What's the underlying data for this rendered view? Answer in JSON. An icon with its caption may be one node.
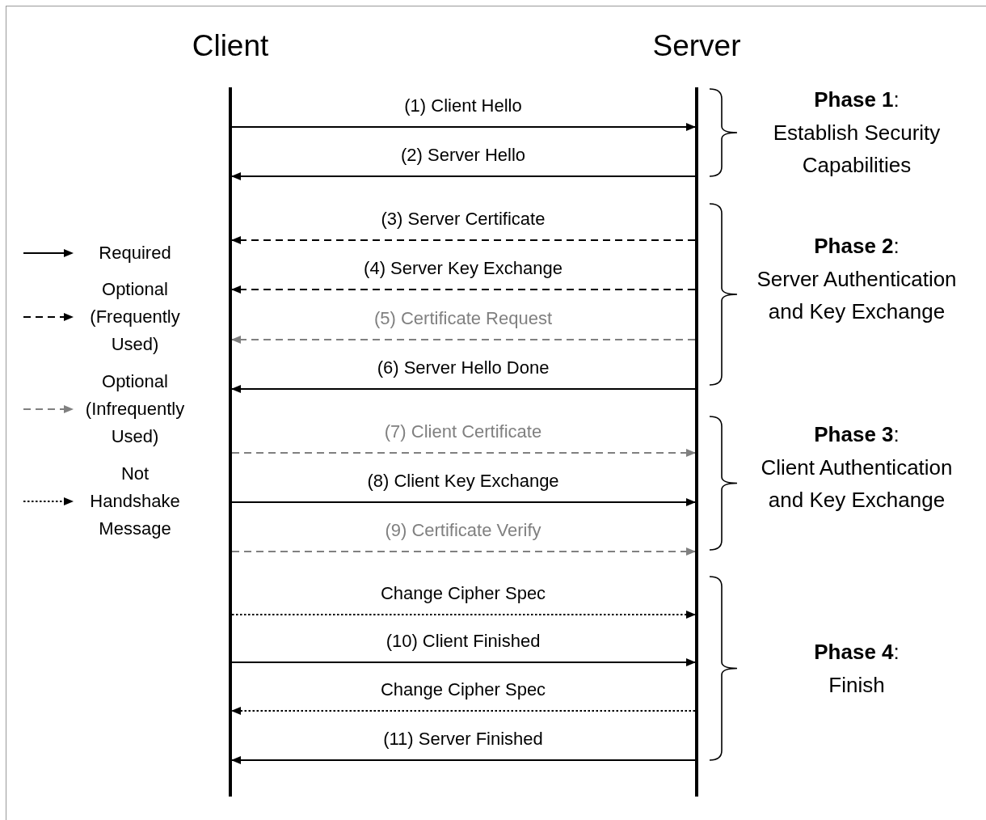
{
  "diagram": {
    "nodes": [
      {
        "text": [
          "Client"
        ]
      },
      {
        "text": [
          "Server"
        ]
      }
    ],
    "edges": [
      {
        "from": 0,
        "to": 1,
        "arrow": "to",
        "label": "(1) Client Hello"
      },
      {
        "from": 1,
        "to": 0,
        "arrow": "to",
        "label": "(2) Server Hello"
      },
      {
        "from": 1,
        "to": 0,
        "arrow": "to",
        "label": "(3) Server Certificate",
        "style": "dashed"
      },
      {
        "from": 1,
        "to": 0,
        "arrow": "to",
        "label": "(4) Server Key Exchange",
        "style": "dashed"
      },
      {
        "from": 1,
        "to": 0,
        "arrow": "to",
        "label": "(5) Certificate Request",
        "style": "dashed",
        "color": "#808080"
      },
      {
        "from": 1,
        "to": 0,
        "arrow": "to",
        "label": "(6) Server Hello Done"
      },
      {
        "from": 0,
        "to": 1,
        "arrow": "to",
        "label": "(7) Client Certificate",
        "style": "dashed",
        "color": "#808080"
      },
      {
        "from": 0,
        "to": 1,
        "arrow": "to",
        "label": "(8) Client Key Exchange"
      },
      {
        "from": 0,
        "to": 1,
        "arrow": "to",
        "label": "(9) Certificate Verify",
        "style": "dashed",
        "color": "#808080"
      },
      {
        "from": 0,
        "to": 1,
        "arrow": "to",
        "label": "Change Cipher Spec",
        "style": "dashed"
      },
      {
        "from": 0,
        "to": 1,
        "arrow": "to",
        "label": "(10) Client Finished"
      },
      {
        "from": 1,
        "to": 0,
        "arrow": "to",
        "label": "Change Cipher Spec",
        "style": "dashed"
      },
      {
        "from": 1,
        "to": 0,
        "arrow": "to",
        "label": "(11) Server Finished"
      }
    ],
    "labels": [
      "**Phase 1**: Establish Security Capabilities",
      "**Phase 2**: Server Authentication and Key Exchange",
      "**Phase 3**: Client Authentication and Key Exchange",
      "**Phase 4**: Finish"
    ],
    "legend": [
      {
        "text": "Required"
      },
      {
        "text": "Optional (Frequently Used)"
      },
      {
        "text": "Optional (Infrequently Used)"
      },
      {
        "text": "Not Handshake Message"
      }
    ]
  }
}
